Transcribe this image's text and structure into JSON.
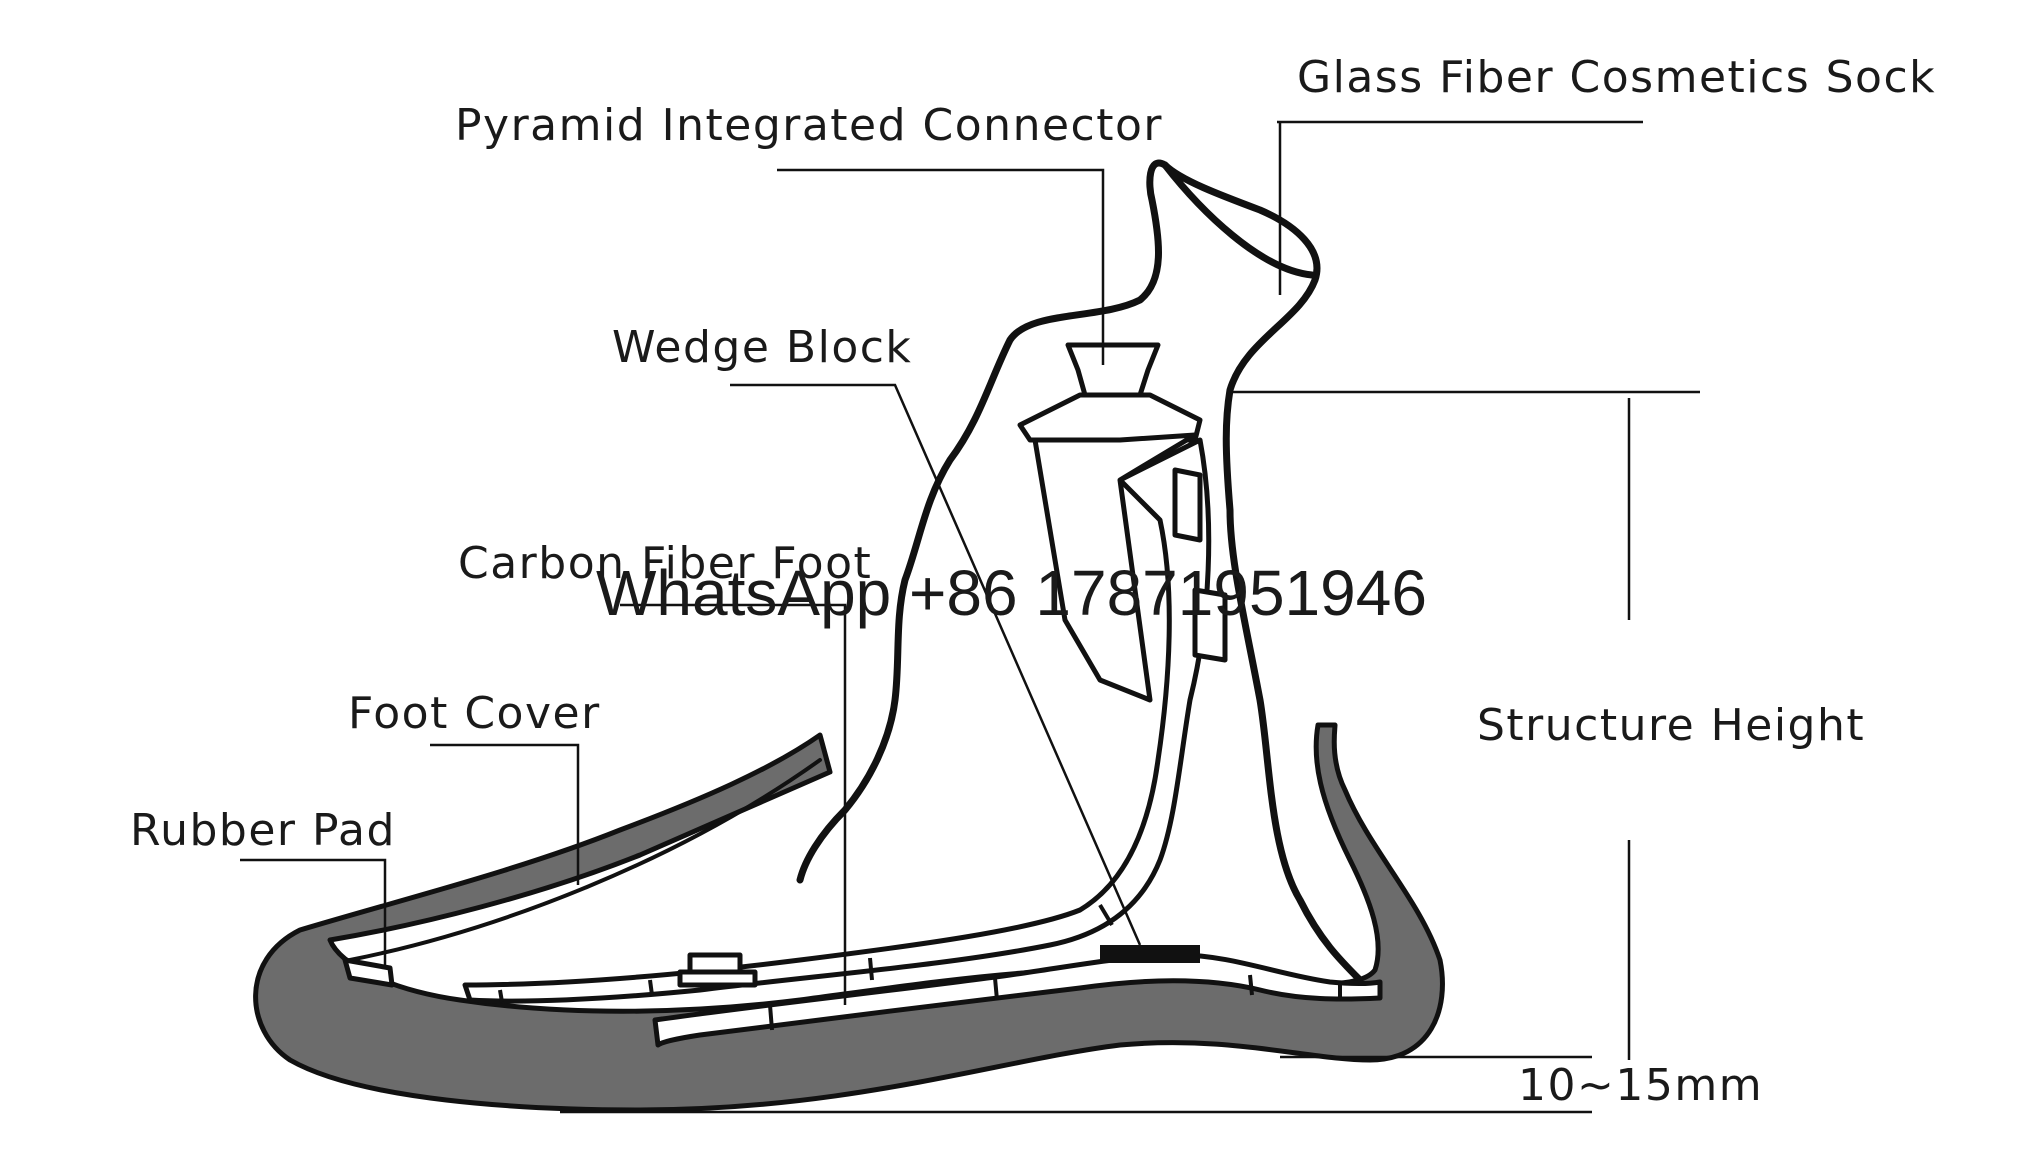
{
  "labels": {
    "glass_fiber_sock": "Glass Fiber Cosmetics Sock",
    "pyramid_connector": "Pyramid Integrated Connector",
    "wedge_block": "Wedge Block",
    "carbon_fiber_foot": "Carbon Fiber Foot",
    "foot_cover": "Foot Cover",
    "rubber_pad": "Rubber Pad",
    "structure_height": "Structure Height",
    "thickness": "10~15mm"
  },
  "watermark": "WhatsApp +86 17871951946",
  "colors": {
    "ink": "#111111",
    "cover_fill": "#6c6c6c",
    "background": "#ffffff"
  }
}
